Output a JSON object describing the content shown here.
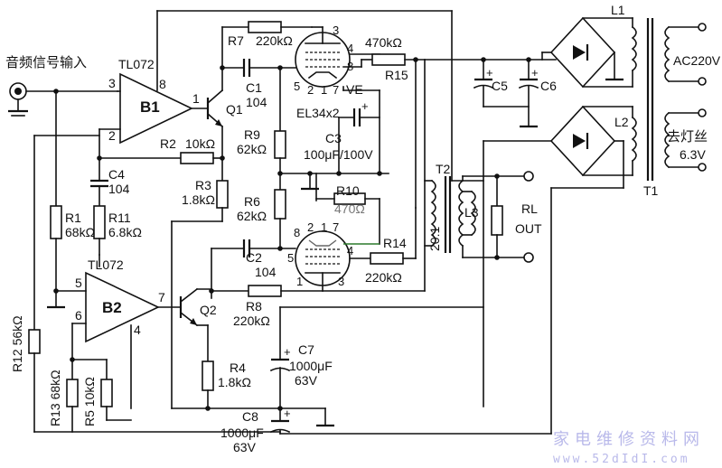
{
  "labels": {
    "input": "音频信号输入",
    "b1_chip": "TL072",
    "b1": "B1",
    "b2_chip": "TL072",
    "b2": "B2",
    "pin_b1_3": "3",
    "pin_b1_2": "2",
    "pin_b1_8": "8",
    "pin_b1_1": "1",
    "pin_b2_5": "5",
    "pin_b2_6": "6",
    "pin_b2_7": "7",
    "pin_b2_4": "4",
    "q1": "Q1",
    "q2": "Q2",
    "r1": "R1",
    "r1_val": "68kΩ",
    "r11": "R11",
    "r11_val": "6.8kΩ",
    "r2": "R2",
    "r2_val": "10kΩ",
    "r3": "R3",
    "r3_val": "1.8kΩ",
    "c4": "C4",
    "c4_val": "104",
    "r7": "R7",
    "r7_val": "220kΩ",
    "c1": "C1",
    "c1_val": "104",
    "r9": "R9",
    "r9_val": "62kΩ",
    "r6": "R6",
    "r6_val": "62kΩ",
    "c2": "C2",
    "c2_val": "104",
    "r8": "R8",
    "r8_val": "220kΩ",
    "tube": "EL34x2",
    "c3": "C3",
    "c3_val": "100μF/100V",
    "r10": "R10",
    "r10_val": "470Ω",
    "r15": "R15",
    "r15_val": "470kΩ",
    "r14": "R14",
    "r14_val": "220kΩ",
    "ve": "VE",
    "t2": "T2",
    "ratio": "20:1",
    "l3": "L3",
    "rl": "RL",
    "out": "OUT",
    "c5": "C5",
    "c6": "C6",
    "l1": "L1",
    "l2": "L2",
    "t1": "T1",
    "ac": "AC220V",
    "heater": "去灯丝",
    "heater_v": "6.3V",
    "r12": "R12 56kΩ",
    "r13": "R13 68kΩ",
    "r5": "R5 10kΩ",
    "r4": "R4",
    "r4_val": "1.8kΩ",
    "c7": "C7",
    "c7_val": "1000μF",
    "c7_v": "63V",
    "c8": "C8",
    "c8_val": "1000μF",
    "c8_v": "63V",
    "pin3a": "3",
    "pin4a": "4",
    "pin8a": "8",
    "pin5a": "5",
    "pin2a": "2",
    "pin1a": "1",
    "pin7a": "7",
    "pin8b": "8",
    "pin2b": "2",
    "pin1b": "1",
    "pin7b": "7",
    "pin5b": "5",
    "pin4b": "4",
    "pin1c": "1",
    "pin3b": "3",
    "watermark": "家电维修资料网",
    "watermark_url": "www.52dIdI.com"
  }
}
